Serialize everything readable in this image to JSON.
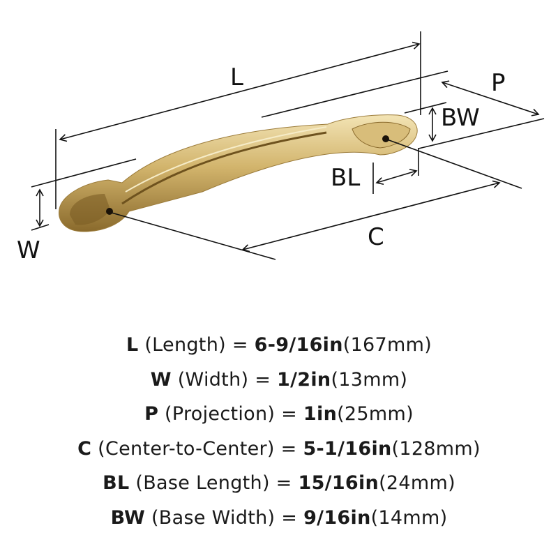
{
  "diagram": {
    "labels": {
      "L": "L",
      "P": "P",
      "BW": "BW",
      "BL": "BL",
      "C": "C",
      "W": "W"
    },
    "colors": {
      "brass_light": "#e8d39a",
      "brass_mid": "#c9a85e",
      "brass_dark": "#8a6a2c",
      "line": "#111111"
    }
  },
  "specs": [
    {
      "code": "L",
      "name": "(Length) =",
      "value": "6-9/16in",
      "metric": "(167mm)"
    },
    {
      "code": "W",
      "name": "(Width) =",
      "value": "1/2in",
      "metric": "(13mm)"
    },
    {
      "code": "P",
      "name": "(Projection) =",
      "value": "1in",
      "metric": "(25mm)"
    },
    {
      "code": "C",
      "name": "(Center-to-Center) =",
      "value": "5-1/16in",
      "metric": "(128mm)"
    },
    {
      "code": "BL",
      "name": "(Base Length) =",
      "value": "15/16in",
      "metric": "(24mm)"
    },
    {
      "code": "BW",
      "name": "(Base Width) =",
      "value": "9/16in",
      "metric": "(14mm)"
    }
  ]
}
